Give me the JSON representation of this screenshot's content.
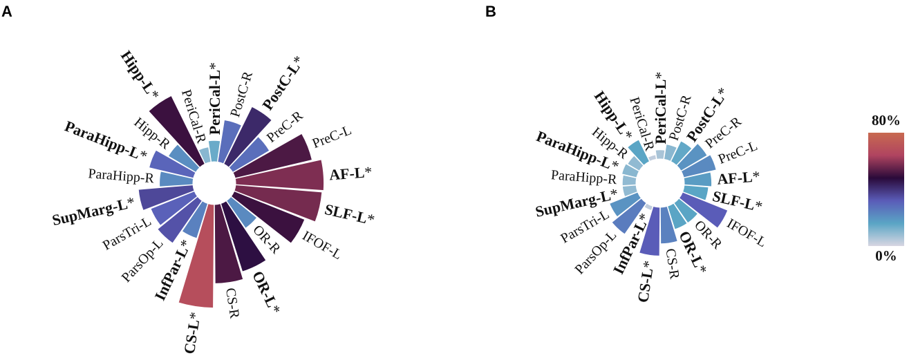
{
  "panels": [
    {
      "letter": "A"
    },
    {
      "letter": "B"
    }
  ],
  "colorbar": {
    "max_label": "80%",
    "min_label": "0%",
    "stops": [
      "#d8d6e2",
      "#5aa5c5",
      "#5a5cb8",
      "#2a0a3a",
      "#b04460",
      "#c86a50"
    ]
  },
  "chart_data": [
    {
      "type": "radial-bar",
      "panel": "A",
      "value_unit": "%",
      "value_range": [
        0,
        80
      ],
      "categories": [
        {
          "label": "PeriCal-L",
          "star": true,
          "bold": true,
          "value": 14
        },
        {
          "label": "PostC-R",
          "star": false,
          "bold": false,
          "value": 28
        },
        {
          "label": "PostC-L",
          "star": true,
          "bold": true,
          "value": 42
        },
        {
          "label": "PreC-R",
          "star": false,
          "bold": false,
          "value": 28
        },
        {
          "label": "PreC-L",
          "star": false,
          "bold": false,
          "value": 52
        },
        {
          "label": "AF-L",
          "star": true,
          "bold": true,
          "value": 58
        },
        {
          "label": "SLF-L",
          "star": true,
          "bold": true,
          "value": 57
        },
        {
          "label": "IFOF-L",
          "star": false,
          "bold": false,
          "value": 50
        },
        {
          "label": "OR-R",
          "star": false,
          "bold": false,
          "value": 22
        },
        {
          "label": "OR-L",
          "star": true,
          "bold": true,
          "value": 47
        },
        {
          "label": "CS-R",
          "star": false,
          "bold": false,
          "value": 52
        },
        {
          "label": "CS-L",
          "star": true,
          "bold": true,
          "value": 68
        },
        {
          "label": "InfPar-L",
          "star": true,
          "bold": true,
          "value": 24
        },
        {
          "label": "ParsOp-L",
          "star": false,
          "bold": false,
          "value": 34
        },
        {
          "label": "ParsTri-L",
          "star": false,
          "bold": false,
          "value": 31
        },
        {
          "label": "SupMarg-L",
          "star": true,
          "bold": true,
          "value": 36
        },
        {
          "label": "ParaHipp-R",
          "star": false,
          "bold": false,
          "value": 22
        },
        {
          "label": "ParaHipp-L",
          "star": true,
          "bold": true,
          "value": 30
        },
        {
          "label": "Hipp-R",
          "star": false,
          "bold": false,
          "value": 21
        },
        {
          "label": "Hipp-L",
          "star": true,
          "bold": true,
          "value": 50
        },
        {
          "label": "PeriCal-R",
          "star": false,
          "bold": false,
          "value": 10
        }
      ]
    },
    {
      "type": "radial-bar",
      "panel": "B",
      "value_unit": "%",
      "value_range": [
        0,
        80
      ],
      "categories": [
        {
          "label": "PeriCal-L",
          "star": true,
          "bold": true,
          "value": 6
        },
        {
          "label": "PostC-R",
          "star": false,
          "bold": false,
          "value": 10
        },
        {
          "label": "PostC-L",
          "star": true,
          "bold": true,
          "value": 15
        },
        {
          "label": "PreC-R",
          "star": false,
          "bold": false,
          "value": 20
        },
        {
          "label": "PreC-L",
          "star": false,
          "bold": false,
          "value": 22
        },
        {
          "label": "AF-L",
          "star": true,
          "bold": true,
          "value": 18
        },
        {
          "label": "SLF-L",
          "star": true,
          "bold": true,
          "value": 16
        },
        {
          "label": "IFOF-L",
          "star": false,
          "bold": false,
          "value": 32
        },
        {
          "label": "OR-R",
          "star": false,
          "bold": false,
          "value": 16
        },
        {
          "label": "OR-L",
          "star": true,
          "bold": true,
          "value": 16
        },
        {
          "label": "CS-R",
          "star": false,
          "bold": false,
          "value": 24
        },
        {
          "label": "CS-L",
          "star": true,
          "bold": true,
          "value": 32
        },
        {
          "label": "InfPar-L",
          "star": true,
          "bold": true,
          "value": 3
        },
        {
          "label": "ParsOp-L",
          "star": false,
          "bold": false,
          "value": 25
        },
        {
          "label": "ParsTri-L",
          "star": false,
          "bold": false,
          "value": 20
        },
        {
          "label": "SupMarg-L",
          "star": true,
          "bold": true,
          "value": 9
        },
        {
          "label": "ParaHipp-R",
          "star": false,
          "bold": false,
          "value": 9
        },
        {
          "label": "ParaHipp-L",
          "star": true,
          "bold": true,
          "value": 10
        },
        {
          "label": "Hipp-R",
          "star": false,
          "bold": false,
          "value": 9
        },
        {
          "label": "Hipp-L",
          "star": true,
          "bold": true,
          "value": 16
        },
        {
          "label": "PeriCal-R",
          "star": false,
          "bold": false,
          "value": 3
        }
      ]
    }
  ]
}
